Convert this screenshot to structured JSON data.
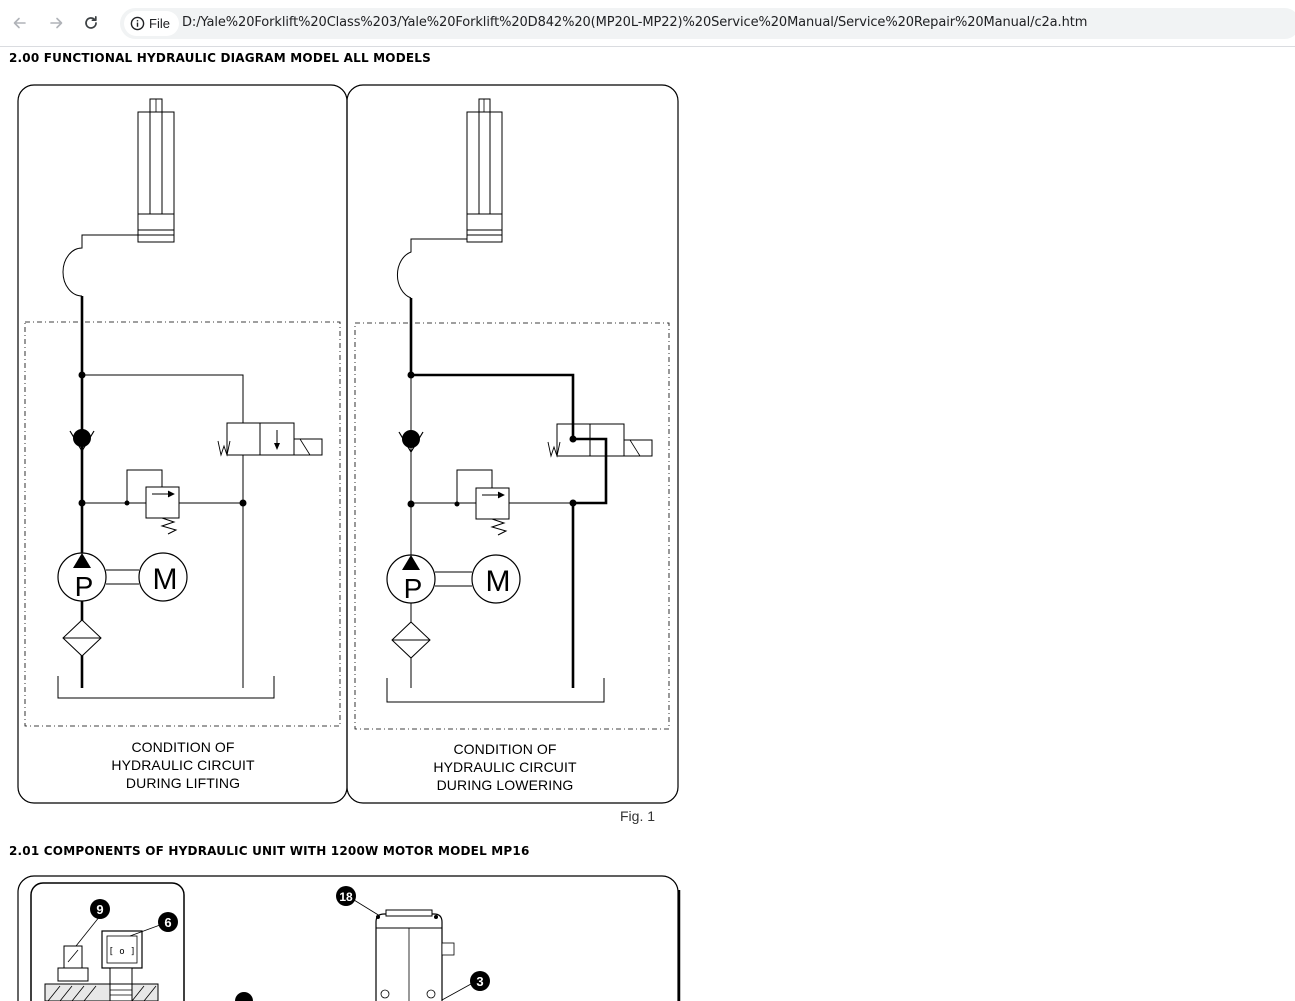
{
  "browser": {
    "chip_label": "File",
    "url": "D:/Yale%20Forklift%20Class%203/Yale%20Forklift%20D842%20(MP20L-MP22)%20Service%20Manual/Service%20Repair%20Manual/c2a.htm",
    "icons": [
      "back-arrow-icon",
      "forward-arrow-icon",
      "reload-icon",
      "info-icon"
    ]
  },
  "document": {
    "section_1_heading": "2.00 FUNCTIONAL HYDRAULIC DIAGRAM MODEL ALL MODELS",
    "section_2_heading": "2.01 COMPONENTS OF HYDRAULIC UNIT WITH 1200W MOTOR MODEL MP16"
  },
  "fig1": {
    "pump_label": "P",
    "motor_label": "M",
    "spring_label": "W",
    "left_caption": [
      "CONDITION OF",
      "HYDRAULIC CIRCUIT",
      "DURING LIFTING"
    ],
    "right_caption": [
      "CONDITION OF",
      "HYDRAULIC CIRCUIT",
      "DURING LOWERING"
    ],
    "figure_label": "Fig. 1"
  },
  "fig2": {
    "callouts": [
      "9",
      "6",
      "18",
      "3"
    ]
  }
}
